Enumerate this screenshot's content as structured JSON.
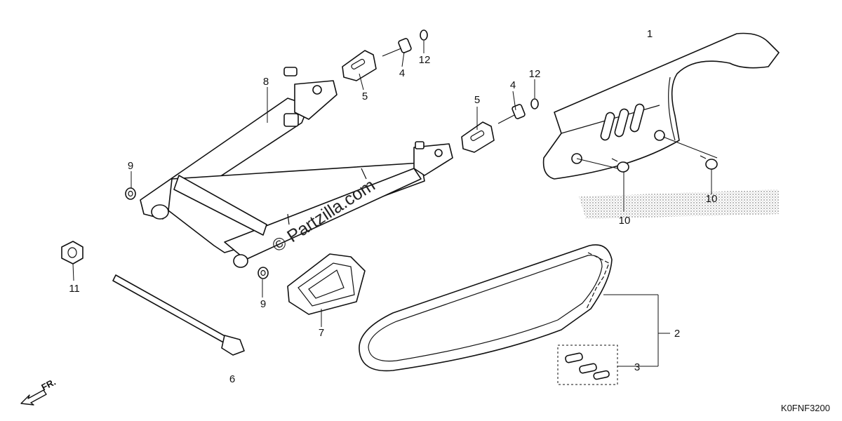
{
  "diagram": {
    "diagram_code": "K0FNF3200",
    "direction_label": "FR.",
    "watermark": "© Partzilla.com",
    "callouts": [
      {
        "id": "c1",
        "label": "1"
      },
      {
        "id": "c2",
        "label": "2"
      },
      {
        "id": "c3",
        "label": "3"
      },
      {
        "id": "c4a",
        "label": "4"
      },
      {
        "id": "c4b",
        "label": "4"
      },
      {
        "id": "c5a",
        "label": "5"
      },
      {
        "id": "c5b",
        "label": "5"
      },
      {
        "id": "c6",
        "label": "6"
      },
      {
        "id": "c7",
        "label": "7"
      },
      {
        "id": "c8",
        "label": "8"
      },
      {
        "id": "c9a",
        "label": "9"
      },
      {
        "id": "c9b",
        "label": "9"
      },
      {
        "id": "c10a",
        "label": "10"
      },
      {
        "id": "c10b",
        "label": "10"
      },
      {
        "id": "c11",
        "label": "11"
      },
      {
        "id": "c12a",
        "label": "12"
      },
      {
        "id": "c12b",
        "label": "12"
      }
    ]
  }
}
